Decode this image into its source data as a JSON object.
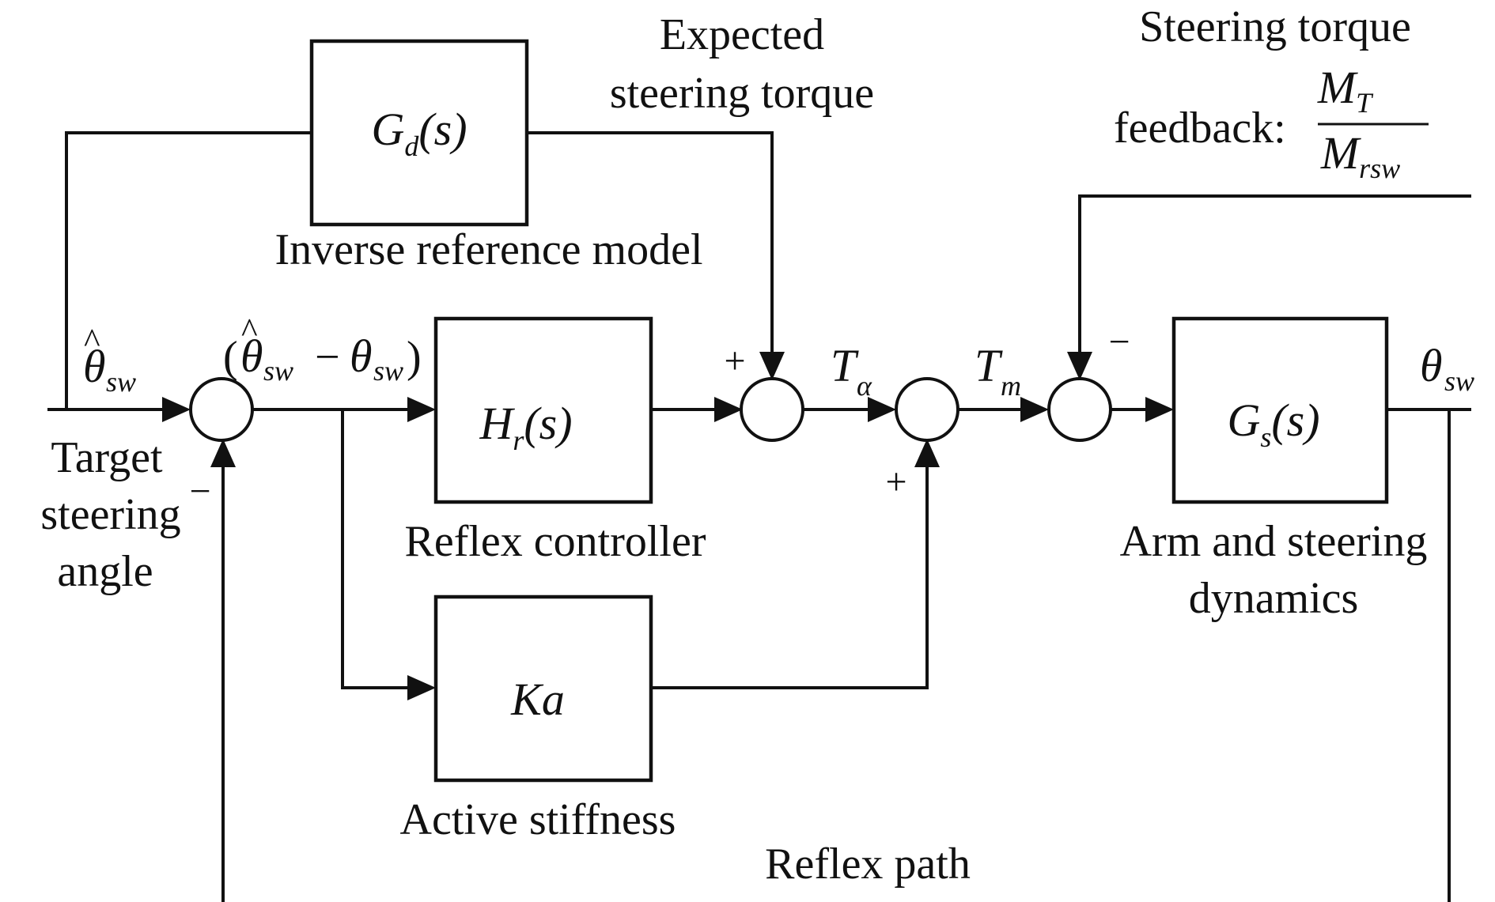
{
  "blocks": {
    "inverse_model": {
      "fn": "G",
      "sub": "d",
      "arg": "(s)",
      "caption": "Inverse reference model"
    },
    "reflex_controller": {
      "fn": "H",
      "sub": "r",
      "arg": "(s)",
      "caption": "Reflex controller"
    },
    "active_stiffness": {
      "fn": "Ka",
      "caption": "Active stiffness"
    },
    "arm_dynamics": {
      "fn": "G",
      "sub": "s",
      "arg": "(s)",
      "caption_line1": "Arm and steering",
      "caption_line2": "dynamics"
    }
  },
  "signals": {
    "target_symbol": "θ",
    "target_hat": "^",
    "target_sub": "sw",
    "target_line1": "Target",
    "target_line2": "steering",
    "target_line3": "angle",
    "error_open": "(",
    "error_theta1": "θ",
    "error_hat": "^",
    "error_sub1": "sw",
    "error_minus": "−",
    "error_theta2": "θ",
    "error_sub2": "sw",
    "error_close": ")",
    "expected_line1": "Expected",
    "expected_line2": "steering torque",
    "t_alpha": "T",
    "t_alpha_sub": "α",
    "t_m": "T",
    "t_m_sub": "m",
    "output_symbol": "θ",
    "output_sub": "sw",
    "feedback_line1": "Steering torque",
    "feedback_prefix": "feedback:",
    "feedback_num": "M",
    "feedback_num_sub": "T",
    "feedback_den": "M",
    "feedback_den_sub": "rsw",
    "reflex_path": "Reflex path"
  },
  "signs": {
    "sum1_bottom": "−",
    "sum2_top": "+",
    "sum3_bottom": "+",
    "sum4_top": "−"
  }
}
